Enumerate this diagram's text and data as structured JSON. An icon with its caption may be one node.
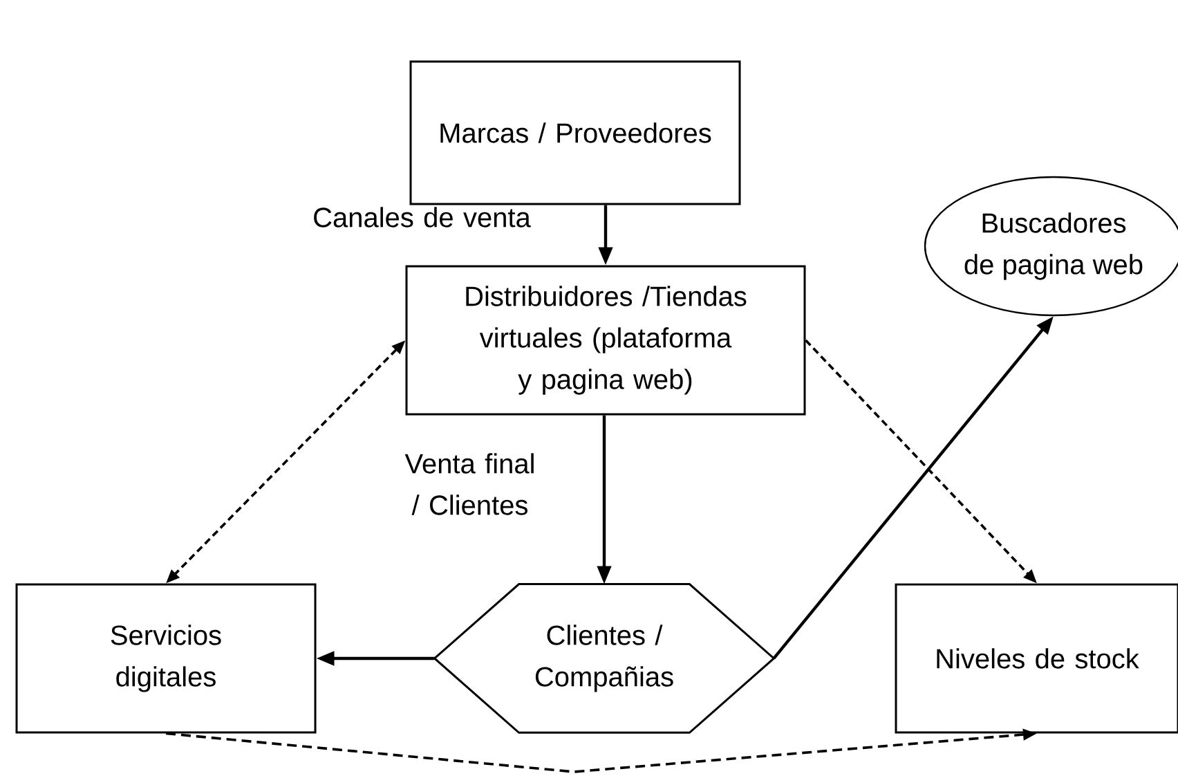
{
  "diagram": {
    "nodes": [
      {
        "text": [
          "Marcas / Proveedores"
        ]
      },
      {
        "text": [
          "Distribuidores /Tiendas virtuales (plataforma y pagina web)"
        ]
      },
      {
        "text": [
          "Buscadores de pagina web"
        ]
      },
      {
        "text": [
          "Servicios digitales"
        ]
      },
      {
        "text": [
          "Clientes / Compañias"
        ]
      },
      {
        "text": [
          "Niveles de stock"
        ]
      }
    ],
    "edges": [
      {
        "from": 0,
        "to": 1,
        "arrow": "to",
        "label": "Canales de venta"
      },
      {
        "from": 1,
        "to": 3,
        "arrow": "both",
        "style": "dashed"
      },
      {
        "from": 1,
        "to": 5,
        "arrow": "to",
        "style": "dashed"
      },
      {
        "from": 1,
        "to": 4,
        "arrow": "to",
        "label": "Venta final / Clientes"
      },
      {
        "from": 4,
        "to": 3,
        "arrow": "to"
      },
      {
        "from": 4,
        "to": 2,
        "arrow": "to"
      },
      {
        "from": 3,
        "to": 5,
        "arrow": "to",
        "style": "dashed"
      }
    ]
  }
}
